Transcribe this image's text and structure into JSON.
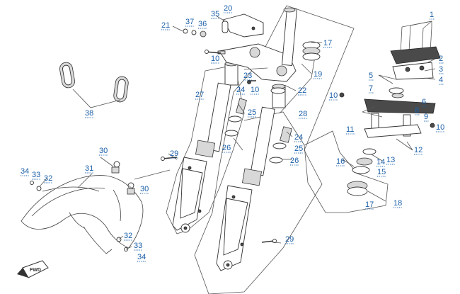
{
  "diagram": {
    "labels": [
      "1",
      "2",
      "3",
      "4",
      "5",
      "6",
      "7",
      "8",
      "9",
      "10",
      "11",
      "12",
      "13",
      "14",
      "15",
      "16",
      "17",
      "18",
      "19",
      "20",
      "21",
      "22",
      "23",
      "24",
      "25",
      "26",
      "27",
      "28",
      "29",
      "30",
      "31",
      "32",
      "33",
      "34",
      "35",
      "36",
      "37",
      "38"
    ],
    "direction_marker": "FWD"
  },
  "colors": {
    "label": "#1a5fa8",
    "line": "#555555"
  }
}
